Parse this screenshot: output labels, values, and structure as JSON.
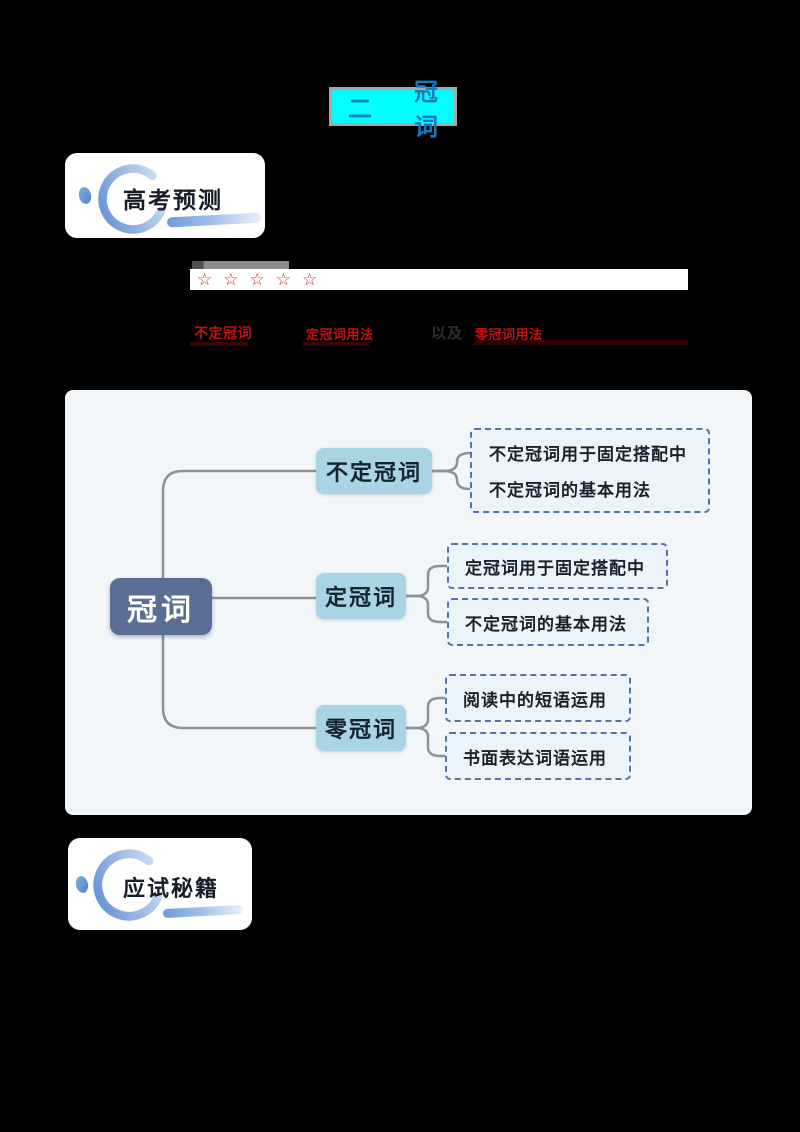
{
  "banner": {
    "number": "二",
    "title": "冠词"
  },
  "badge_top": {
    "label": "高考预测"
  },
  "badge_bottom": {
    "label": "应试秘籍"
  },
  "rating": {
    "stars": [
      "☆",
      "☆",
      "☆",
      "☆",
      "☆"
    ]
  },
  "prediction": {
    "blank1": "不定冠词",
    "blank2": "定冠词用法",
    "connector": "以及",
    "blank3": "零冠词用法"
  },
  "mindmap": {
    "root": "冠词",
    "branches": [
      {
        "label": "不定冠词",
        "leaves": [
          "不定冠词用于固定搭配中",
          "不定冠词的基本用法"
        ]
      },
      {
        "label": "定冠词",
        "leaves": [
          "定冠词用于固定搭配中",
          "不定冠词的基本用法"
        ]
      },
      {
        "label": "零冠词",
        "leaves": [
          "阅读中的短语运用",
          "书面表达词语运用"
        ]
      }
    ]
  },
  "icons": {
    "ring": "c-ring-logo-icon",
    "dot": "dot-icon",
    "swoosh": "underline-swoosh-icon",
    "star": "star-outline-icon"
  },
  "colors": {
    "page_bg": "#000000",
    "banner_bg": "#00ffff",
    "banner_border": "#a8a8a8",
    "banner_text": "#1778be",
    "star_red": "#e01f1f",
    "answer_red": "#c41212",
    "underline_maroon": "#3a0505",
    "panel_bg": "#f2f6f9",
    "root_bg": "#5a6d95",
    "branch_bg": "#a9d4e4",
    "leaf_bg": "#eaf4f9",
    "leaf_border": "#5574a6",
    "connector_line": "#8b929c"
  }
}
